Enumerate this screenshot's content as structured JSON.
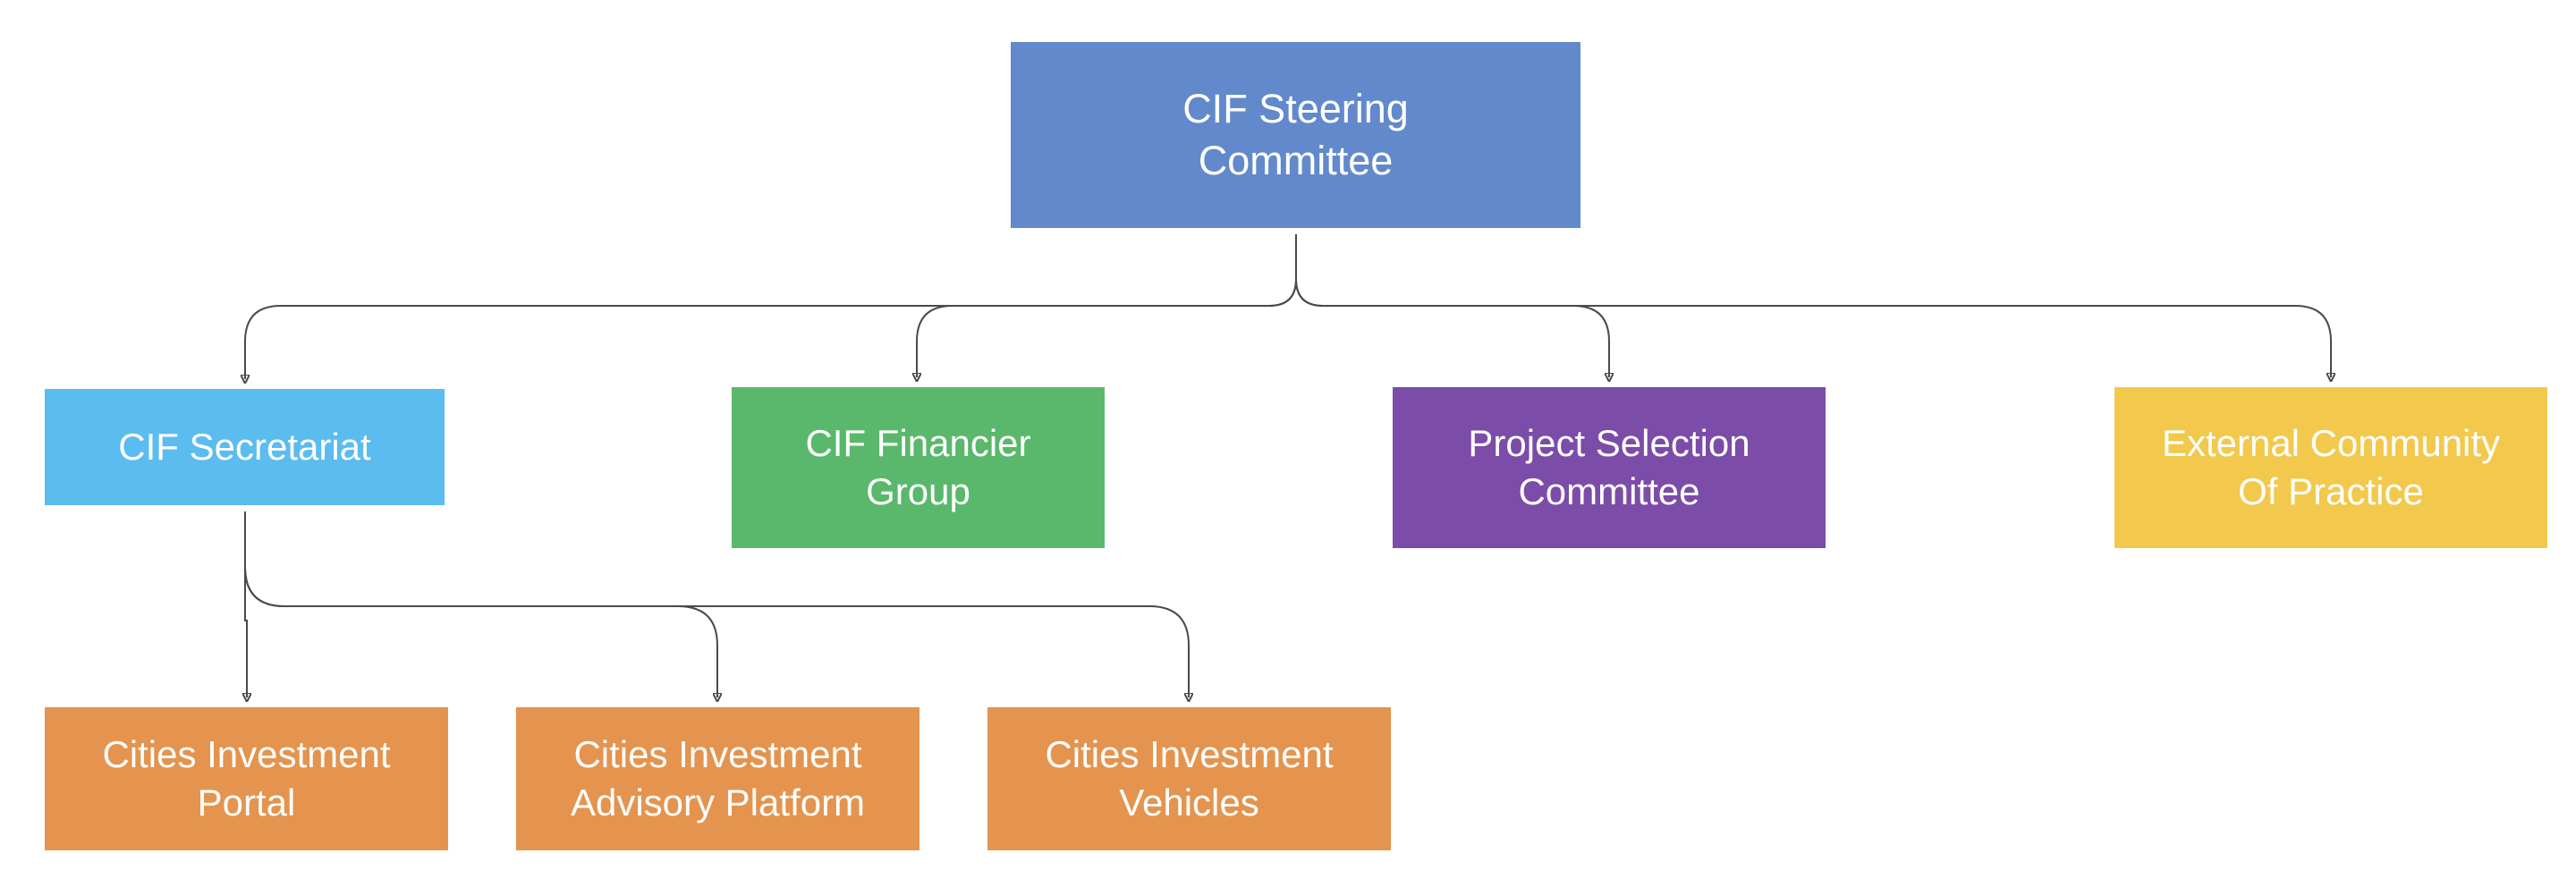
{
  "colors": {
    "root": "#6289cb",
    "secretariat": "#5bbcef",
    "financier": "#59b86b",
    "project_selection": "#7b4ca8",
    "external": "#f2c94c",
    "sub_units": "#e4944e",
    "connector": "#4a4a4a"
  },
  "nodes": {
    "root": "CIF Steering\nCommittee",
    "secretariat": "CIF Secretariat",
    "financier": "CIF Financier\nGroup",
    "project_selection": "Project Selection\nCommittee",
    "external": "External Community\nOf Practice",
    "portal": "Cities Investment\nPortal",
    "advisory": "Cities Investment\nAdvisory Platform",
    "vehicles": "Cities Investment\nVehicles"
  },
  "edges": [
    {
      "from": "root",
      "to": "secretariat"
    },
    {
      "from": "root",
      "to": "financier"
    },
    {
      "from": "root",
      "to": "project_selection"
    },
    {
      "from": "root",
      "to": "external"
    },
    {
      "from": "secretariat",
      "to": "portal"
    },
    {
      "from": "secretariat",
      "to": "advisory"
    },
    {
      "from": "secretariat",
      "to": "vehicles"
    }
  ]
}
